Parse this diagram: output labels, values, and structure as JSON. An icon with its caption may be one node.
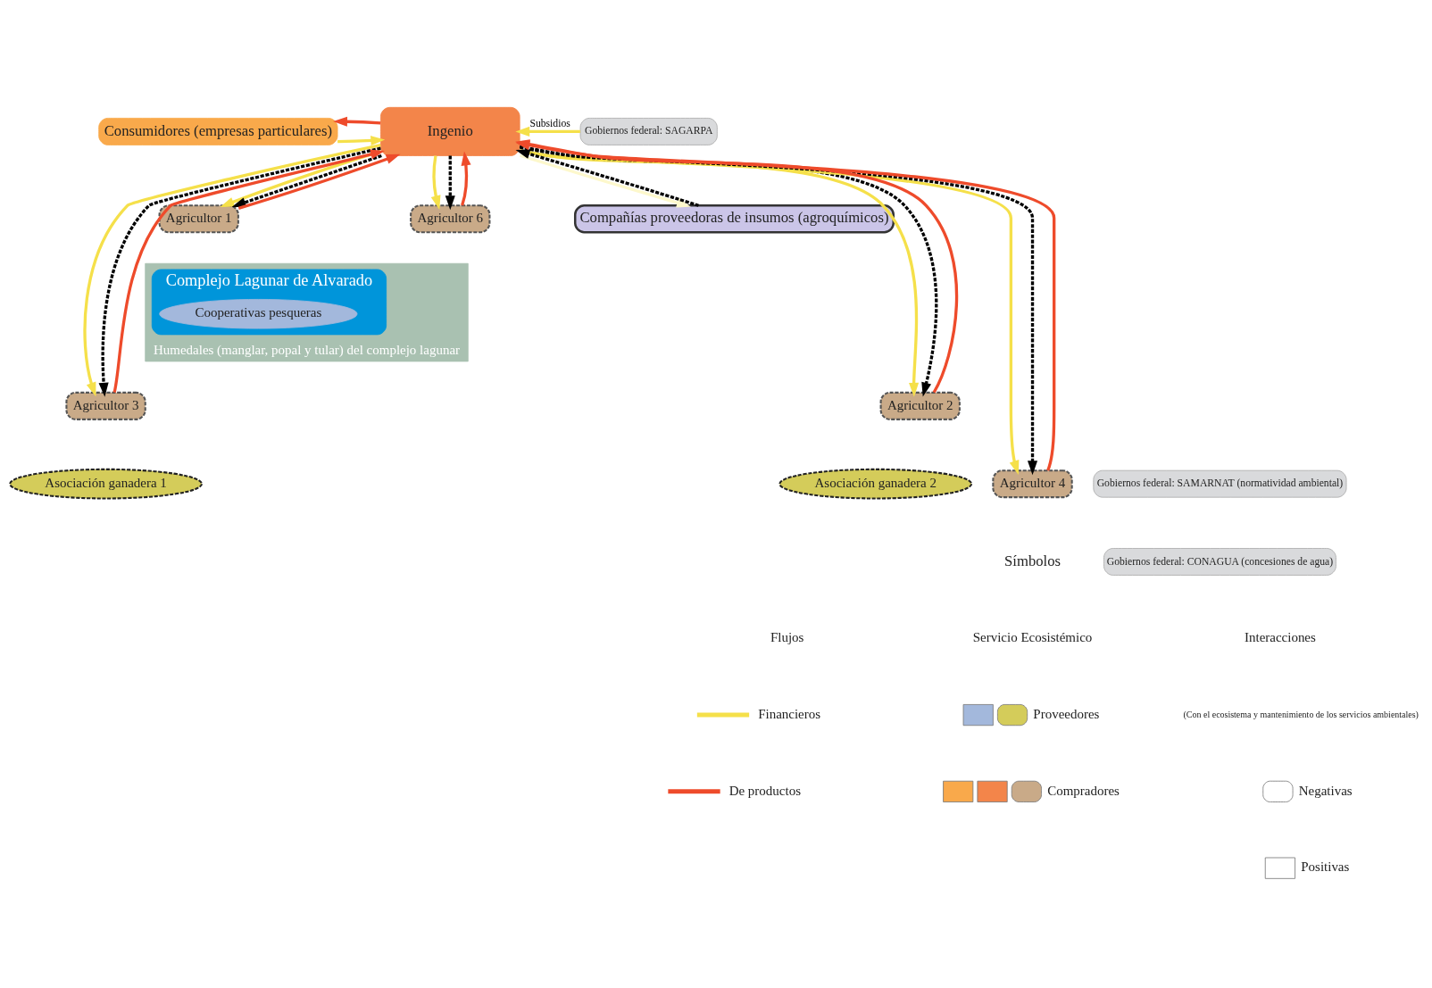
{
  "diagram": {
    "nodes": [
      {
        "text": [
          "Consumidores (empresas particulares)"
        ]
      },
      {
        "text": [
          "Ingenio"
        ]
      },
      {
        "text": [
          "Gobiernos federal: SAGARPA"
        ]
      },
      {
        "text": [
          "Compañías proveedoras de insumos (agroquímicos)"
        ]
      },
      {
        "text": [
          "Humedales (manglar, popal y tular) del complejo lagunar"
        ]
      },
      {
        "text": [
          "Complejo Lagunar de Alvarado"
        ],
        "in": 4
      },
      {
        "text": [
          "Cooperativas pesqueras"
        ],
        "in": 5
      },
      {
        "text": [
          "Agricultor 1"
        ]
      },
      {
        "text": [
          "Agricultor 6"
        ]
      },
      {
        "text": [
          "Agricultor 2"
        ]
      },
      {
        "text": [
          "Agricultor 3"
        ]
      },
      {
        "text": [
          "Asociación ganadera 2"
        ]
      },
      {
        "text": [
          "Asociación ganadera 1"
        ]
      },
      {
        "text": [
          "Agricultor 4"
        ]
      },
      {
        "text": [
          "Gobiernos federal: SAMARNAT (normatividad ambiental)"
        ]
      },
      {
        "text": [
          "Gobiernos federal: CONAGUA (concesiones de agua)"
        ]
      }
    ],
    "edges": [
      {
        "from": 0,
        "to": 1,
        "arrow": "to",
        "color": "#f5e04a"
      },
      {
        "from": 1,
        "to": 0,
        "arrow": "to",
        "color": "#ee4b2b"
      },
      {
        "from": 2,
        "to": 1,
        "arrow": "to",
        "label": "Subsidios",
        "color": "#f5e04a"
      },
      {
        "from": 3,
        "to": 1,
        "arrow": "to",
        "style": "dashed",
        "color": "#000000"
      },
      {
        "from": 1,
        "to": 3,
        "arrow": "to",
        "color": "#fdf8cc"
      },
      {
        "from": 1,
        "to": 7,
        "arrow": "to",
        "color": "#f5e04a"
      },
      {
        "from": 1,
        "to": 10,
        "arrow": "to",
        "color": "#f5e04a"
      },
      {
        "from": 1,
        "to": 13,
        "arrow": "to",
        "color": "#f5e04a"
      },
      {
        "from": 1,
        "to": 9,
        "arrow": "to",
        "color": "#f5e04a"
      },
      {
        "from": 1,
        "to": 8,
        "arrow": "to",
        "color": "#f5e04a"
      },
      {
        "from": 1,
        "to": 7,
        "arrow": "to",
        "style": "dashed",
        "color": "#000000"
      },
      {
        "from": 1,
        "to": 10,
        "arrow": "to",
        "style": "dashed",
        "color": "#000000"
      },
      {
        "from": 1,
        "to": 13,
        "arrow": "to",
        "style": "dashed",
        "color": "#000000"
      },
      {
        "from": 1,
        "to": 9,
        "arrow": "to",
        "style": "dashed",
        "color": "#000000"
      },
      {
        "from": 1,
        "to": 8,
        "arrow": "to",
        "style": "dashed",
        "color": "#000000"
      },
      {
        "from": 7,
        "to": 1,
        "arrow": "to",
        "color": "#ee4b2b"
      },
      {
        "from": 10,
        "to": 1,
        "arrow": "to",
        "color": "#ee4b2b"
      },
      {
        "from": 13,
        "to": 1,
        "arrow": "to",
        "color": "#ee4b2b"
      },
      {
        "from": 9,
        "to": 1,
        "arrow": "to",
        "color": "#ee4b2b"
      },
      {
        "from": 8,
        "to": 1,
        "arrow": "to",
        "color": "#ee4b2b"
      }
    ],
    "labels": [
      "Símbolos",
      "Flujos",
      "Servicio Ecosistémico",
      "Interacciones",
      "(Con el ecosistema y mantenimiento de los servicios ambientales)"
    ],
    "legend": [
      {
        "text": "Financieros"
      },
      {
        "text": "De productos"
      },
      {
        "text": "Proveedores"
      },
      {
        "text": "Compradores"
      },
      {
        "text": "Negativas"
      },
      {
        "text": "Positivas"
      }
    ]
  }
}
